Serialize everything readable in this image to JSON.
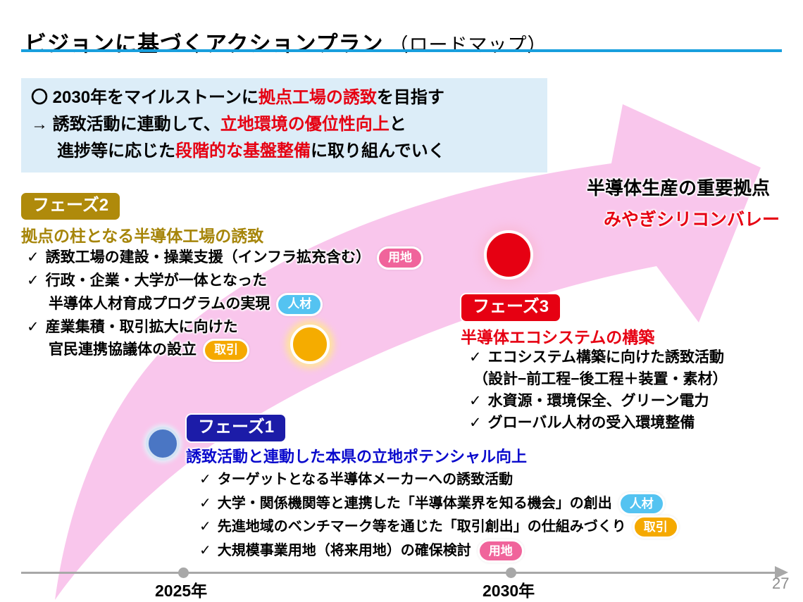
{
  "colors": {
    "underline": "#189FDD",
    "summary-bg": "#DCEDF8",
    "red": "#E60012",
    "phase1-bg": "#1C1CA8",
    "phase1-text": "#0909CC",
    "phase2-bg": "#AF8A0B",
    "phase2-text": "#A6850A",
    "phase3-bg": "#E60012",
    "arrow-pink": "#F9C6EC",
    "tag-land": "#F0649B",
    "tag-talent": "#54C3F1",
    "tag-trade": "#F5A900",
    "circle-blue": "#4A76C4",
    "circle-yellow": "#F5AC00",
    "circle-red": "#E60012",
    "timeline": "#A8A8A8"
  },
  "slide": {
    "title": "ビジョンに基づくアクションプラン",
    "title_suffix": "（ロードマップ）",
    "page_number": "27"
  },
  "summary": {
    "line1": {
      "pre": "〇 ",
      "a": "2030年をマイルストーンに",
      "hl": "拠点工場の誘致",
      "b": "を目指す"
    },
    "line2": {
      "pre": "→ ",
      "a": "誘致活動に連動して、",
      "hl": "立地環境の優位性向上",
      "b": "と"
    },
    "line3": {
      "a": "進捗等に応じた",
      "hl": "段階的な基盤整備",
      "b": "に取り組んでいく"
    }
  },
  "goal": {
    "line1": "半導体生産の重要拠点",
    "line2": "みやぎシリコンバレー"
  },
  "glyphs": {
    "check": "✓"
  },
  "phase2": {
    "badge": "フェーズ2",
    "heading": "拠点の柱となる半導体工場の誘致",
    "bullets": [
      {
        "text": "誘致工場の建設・操業支援（インフラ拡充含む）",
        "tag": "用地"
      },
      {
        "text": "行政・企業・大学が一体となった"
      },
      {
        "text": "半導体人材育成プログラムの実現",
        "tag": "人材"
      },
      {
        "text": "産業集積・取引拡大に向けた"
      },
      {
        "text": "官民連携協議体の設立",
        "tag": "取引"
      }
    ]
  },
  "phase1": {
    "badge": "フェーズ1",
    "heading": "誘致活動と連動した本県の立地ポテンシャル向上",
    "bullets": [
      {
        "text": "ターゲットとなる半導体メーカーへの誘致活動"
      },
      {
        "text": "大学・関係機関等と連携した「半導体業界を知る機会」の創出",
        "tag": "人材"
      },
      {
        "text": "先進地域のベンチマーク等を通じた「取引創出」の仕組みづくり",
        "tag": "取引"
      },
      {
        "text": "大規模事業用地（将来用地）の確保検討",
        "tag": "用地"
      }
    ]
  },
  "phase3": {
    "badge": "フェーズ3",
    "heading": "半導体エコシステムの構築",
    "bullets": [
      {
        "text": "エコシステム構築に向けた誘致活動"
      },
      {
        "text": "（設計−前工程−後工程＋装置・素材）"
      },
      {
        "text": "水資源・環境保全、グリーン電力"
      },
      {
        "text": "グローバル人材の受入環境整備"
      }
    ]
  },
  "timeline": {
    "labels": [
      "2025年",
      "2030年"
    ]
  }
}
